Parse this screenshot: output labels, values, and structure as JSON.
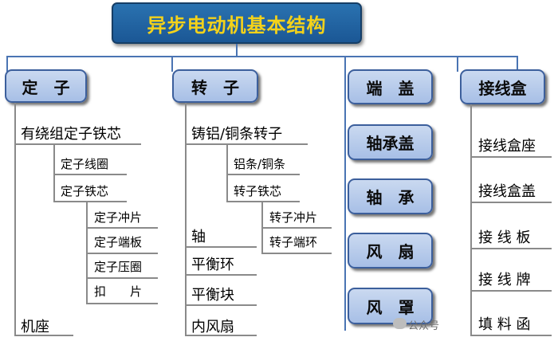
{
  "title": "异步电动机基本结构",
  "categories": {
    "stator": "定　子",
    "rotor": "转　子",
    "end_cover": "端　盖",
    "junction_box": "接线盒"
  },
  "right_mid_boxes": [
    "轴承盖",
    "轴　承",
    "风　扇",
    "风　罩"
  ],
  "stator_items": {
    "core_assembly": "有绕组定子铁芯",
    "coil": "定子线圈",
    "core": "定子铁芯",
    "punching": "定子冲片",
    "end_plate": "定子端板",
    "press_ring": "定子压圈",
    "clip": "扣　　片",
    "frame": "机座"
  },
  "rotor_items": {
    "cast_rotor": "铸铝/铜条转子",
    "bars": "铝条/铜条",
    "core": "转子铁芯",
    "punching": "转子冲片",
    "end_ring": "转子端环",
    "shaft": "轴",
    "balance_ring": "平衡环",
    "balance_block": "平衡块",
    "inner_fan": "内风扇"
  },
  "junction_items": [
    "接线盒座",
    "接线盒盖",
    "接 线 板",
    "接 线 牌",
    "填 料 函"
  ],
  "watermark": "公众号"
}
